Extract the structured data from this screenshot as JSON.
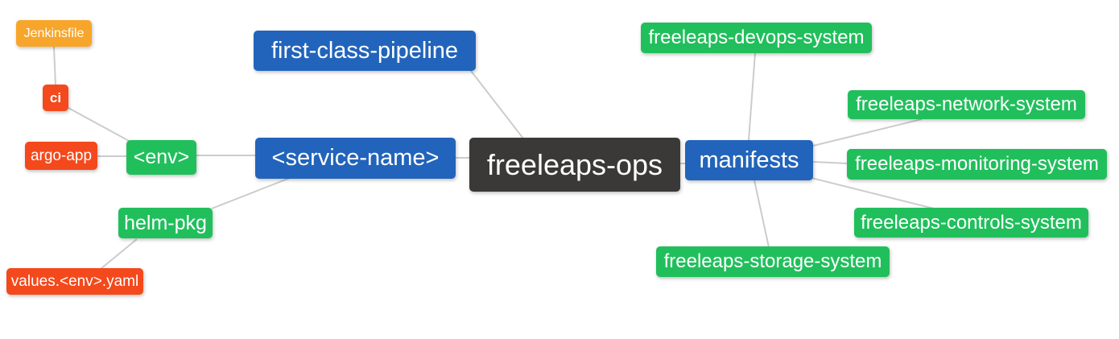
{
  "diagram": {
    "type": "mindmap",
    "background": "#ffffff",
    "edge_color": "#cccccc",
    "text_color": "#ffffff",
    "palette": {
      "root_dark": "#3b3838",
      "branch_blue": "#2264bb",
      "leaf_green": "#21bf5c",
      "node_red": "#f4491c",
      "node_orange": "#f7a62b"
    },
    "nodes": {
      "freeleaps_ops": {
        "label": "freeleaps-ops",
        "color": "#3b3838"
      },
      "first_class_pipeline": {
        "label": "first-class-pipeline",
        "color": "#2264bb"
      },
      "service_name": {
        "label": "<service-name>",
        "color": "#2264bb"
      },
      "manifests": {
        "label": "manifests",
        "color": "#2264bb"
      },
      "env": {
        "label": "<env>",
        "color": "#21bf5c"
      },
      "helm_pkg": {
        "label": "helm-pkg",
        "color": "#21bf5c"
      },
      "devops_system": {
        "label": "freeleaps-devops-system",
        "color": "#21bf5c"
      },
      "network_system": {
        "label": "freeleaps-network-system",
        "color": "#21bf5c"
      },
      "monitoring_system": {
        "label": "freeleaps-monitoring-system",
        "color": "#21bf5c"
      },
      "controls_system": {
        "label": "freeleaps-controls-system",
        "color": "#21bf5c"
      },
      "storage_system": {
        "label": "freeleaps-storage-system",
        "color": "#21bf5c"
      },
      "ci": {
        "label": "ci",
        "color": "#f4491c"
      },
      "argo_app": {
        "label": "argo-app",
        "color": "#f4491c"
      },
      "values_env_yaml": {
        "label": "values.<env>.yaml",
        "color": "#f4491c"
      },
      "jenkinsfile": {
        "label": "Jenkinsfile",
        "color": "#f7a62b"
      }
    },
    "edges": [
      {
        "from": "jenkinsfile",
        "to": "ci"
      },
      {
        "from": "ci",
        "to": "env"
      },
      {
        "from": "argo_app",
        "to": "env"
      },
      {
        "from": "env",
        "to": "service_name"
      },
      {
        "from": "helm_pkg",
        "to": "service_name"
      },
      {
        "from": "values_env_yaml",
        "to": "helm_pkg"
      },
      {
        "from": "first_class_pipeline",
        "to": "freeleaps_ops"
      },
      {
        "from": "service_name",
        "to": "freeleaps_ops"
      },
      {
        "from": "freeleaps_ops",
        "to": "manifests"
      },
      {
        "from": "manifests",
        "to": "devops_system"
      },
      {
        "from": "manifests",
        "to": "network_system"
      },
      {
        "from": "manifests",
        "to": "monitoring_system"
      },
      {
        "from": "manifests",
        "to": "controls_system"
      },
      {
        "from": "manifests",
        "to": "storage_system"
      }
    ]
  }
}
